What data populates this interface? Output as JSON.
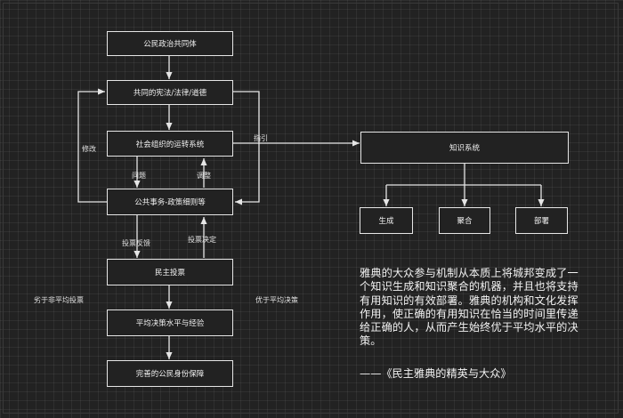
{
  "nodes": {
    "civic_community": "公民政治共同体",
    "shared_constitution": "共同的宪法/法律/道德",
    "social_org": "社会组织的运转系统",
    "public_affairs": "公共事务-政策细则等",
    "democratic_vote": "民主投票",
    "avg_decision": "平均决策水平与经验",
    "identity_protection": "完善的公民身份保障",
    "knowledge_system": "知识系统",
    "generation": "生成",
    "aggregation": "聚合",
    "deployment": "部署"
  },
  "labels": {
    "modify": "修改",
    "guide": "指引",
    "problem": "问题",
    "adjust": "调整",
    "vote_feedback": "投票反馈",
    "vote_decision": "投票决定",
    "worse_than_avg": "劣于非平均投票",
    "better_than_avg": "优于平均决策"
  },
  "quote": {
    "text": "雅典的大众参与机制从本质上将城邦变成了一个知识生成和知识聚合的机器，并且也将支持有用知识的有效部署。雅典的机构和文化发挥作用，使正确的有用知识在恰当的时间里传递给正确的人，从而产生始终优于平均水平的决策。",
    "source": "——《民主雅典的精英与大众》"
  },
  "colors": {
    "background": "#222222",
    "line": "#e6e6e6",
    "text": "#f0f0f0"
  }
}
